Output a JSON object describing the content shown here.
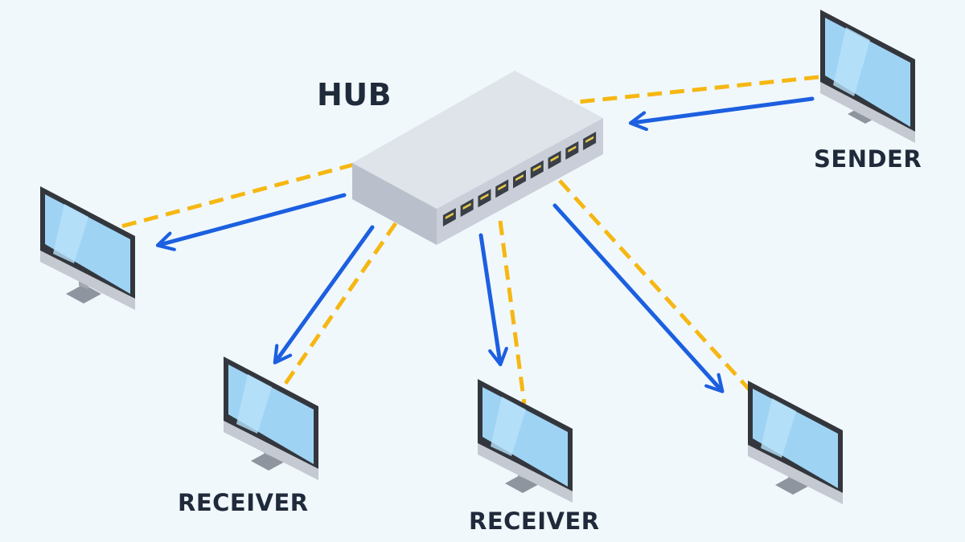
{
  "labels": {
    "hub": "HUB",
    "sender": "SENDER",
    "receiver_1": "RECEIVER",
    "receiver_2": "RECEIVER"
  },
  "hub": {
    "port_count": 9
  },
  "colors": {
    "background": "#f0f8fc",
    "cable": "#f6b712",
    "arrow": "#1c5fe0",
    "label_text": "#1f2a3a",
    "screen": "#9fd3f4",
    "bezel": "#33373d",
    "hub_top": "#dfe3ea",
    "hub_front": "#c9ced8",
    "hub_side": "#b9bfcb"
  }
}
